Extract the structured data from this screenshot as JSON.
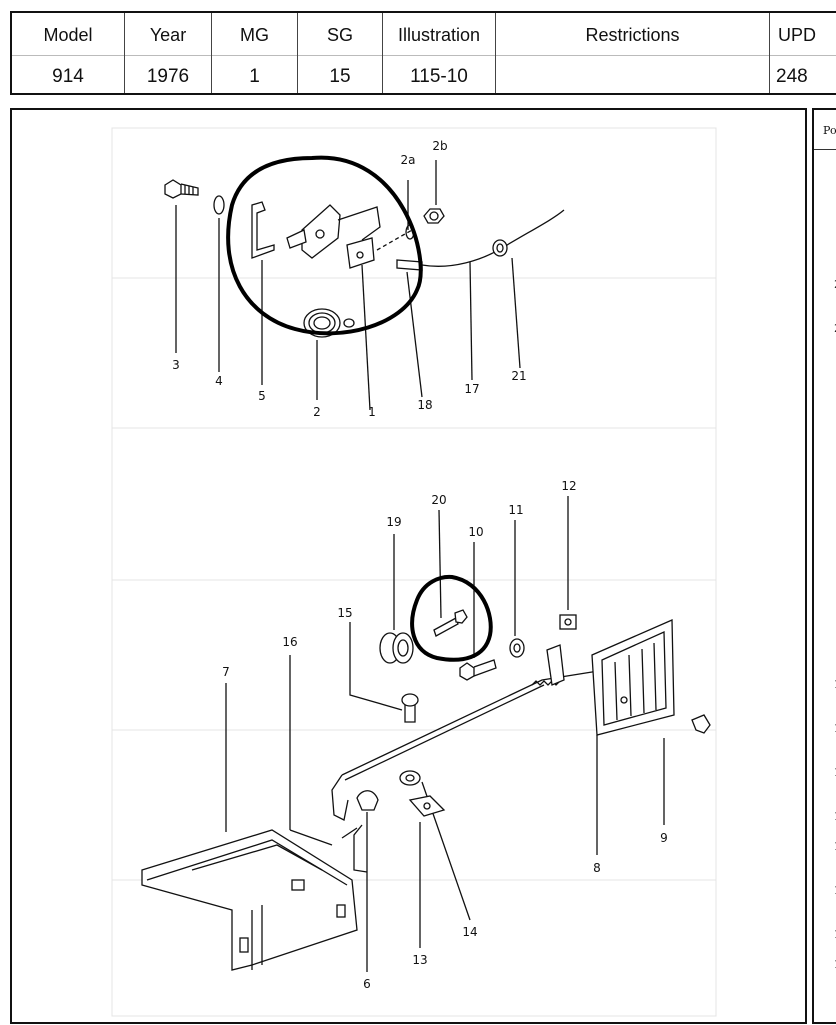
{
  "header": {
    "columns": [
      {
        "key": "model",
        "label": "Model",
        "value": "914"
      },
      {
        "key": "year",
        "label": "Year",
        "value": "1976"
      },
      {
        "key": "mg",
        "label": "MG",
        "value": "1"
      },
      {
        "key": "sg",
        "label": "SG",
        "value": "15"
      },
      {
        "key": "illustration",
        "label": "Illustration",
        "value": "115-10"
      },
      {
        "key": "restrictions",
        "label": "Restrictions",
        "value": ""
      },
      {
        "key": "upd",
        "label": "UPD",
        "value": "248"
      }
    ]
  },
  "sidepanel": {
    "header": "Po",
    "rows": [
      "2",
      "2",
      "1",
      "1",
      "1",
      "1",
      "1",
      "1",
      "1",
      "1"
    ]
  },
  "diagram": {
    "callouts": [
      "1",
      "2",
      "2a",
      "2b",
      "3",
      "4",
      "5",
      "6",
      "7",
      "8",
      "9",
      "10",
      "11",
      "12",
      "13",
      "14",
      "15",
      "16",
      "17",
      "18",
      "19",
      "20",
      "21"
    ]
  }
}
